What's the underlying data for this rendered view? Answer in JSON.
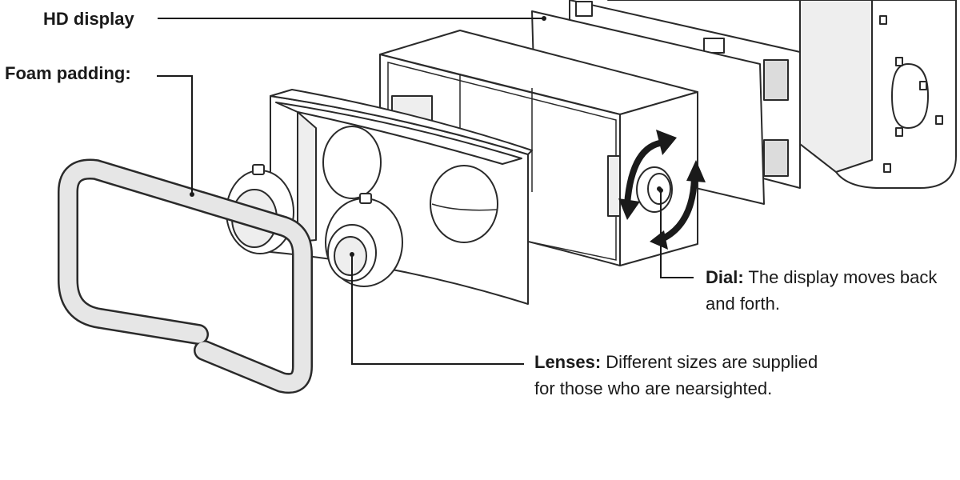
{
  "labels": {
    "hd_display": {
      "title": "HD display"
    },
    "foam_padding": {
      "title": "Foam padding:"
    },
    "dial": {
      "title": "Dial:",
      "description": "The display moves back and forth."
    },
    "lenses": {
      "title": "Lenses:",
      "description": "Different sizes are supplied for those who are nearsighted."
    }
  },
  "colors": {
    "ink": "#1a1a1a",
    "part_fill": "#ffffff",
    "shade_fill": "#eeeeee",
    "arrow": "#1a1a1a"
  }
}
